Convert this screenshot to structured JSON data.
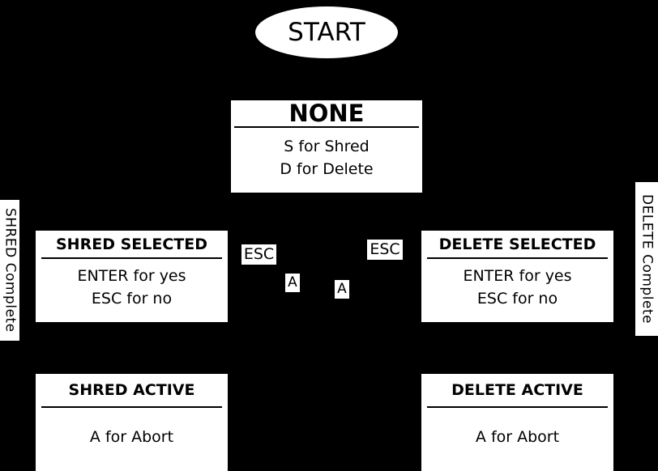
{
  "canvas": {
    "background_color": "#000000",
    "node_fill_color": "#ffffff",
    "node_text_color": "#000000"
  },
  "nodes": {
    "start": {
      "label": "START"
    },
    "none": {
      "title": "NONE",
      "lines": [
        "S for Shred",
        "D for Delete"
      ]
    },
    "shred_selected": {
      "title": "SHRED SELECTED",
      "lines": [
        "ENTER for yes",
        "ESC for no"
      ]
    },
    "delete_selected": {
      "title": "DELETE SELECTED",
      "lines": [
        "ENTER for yes",
        "ESC for no"
      ]
    },
    "shred_active": {
      "title": "SHRED ACTIVE",
      "lines": [
        "A for Abort"
      ]
    },
    "delete_active": {
      "title": "DELETE ACTIVE",
      "lines": [
        "A for Abort"
      ]
    }
  },
  "edge_labels": {
    "esc_left": "ESC",
    "esc_right": "ESC",
    "a_left": "A",
    "a_right": "A",
    "shred_complete": "SHRED Complete",
    "delete_complete": "DELETE Complete"
  }
}
